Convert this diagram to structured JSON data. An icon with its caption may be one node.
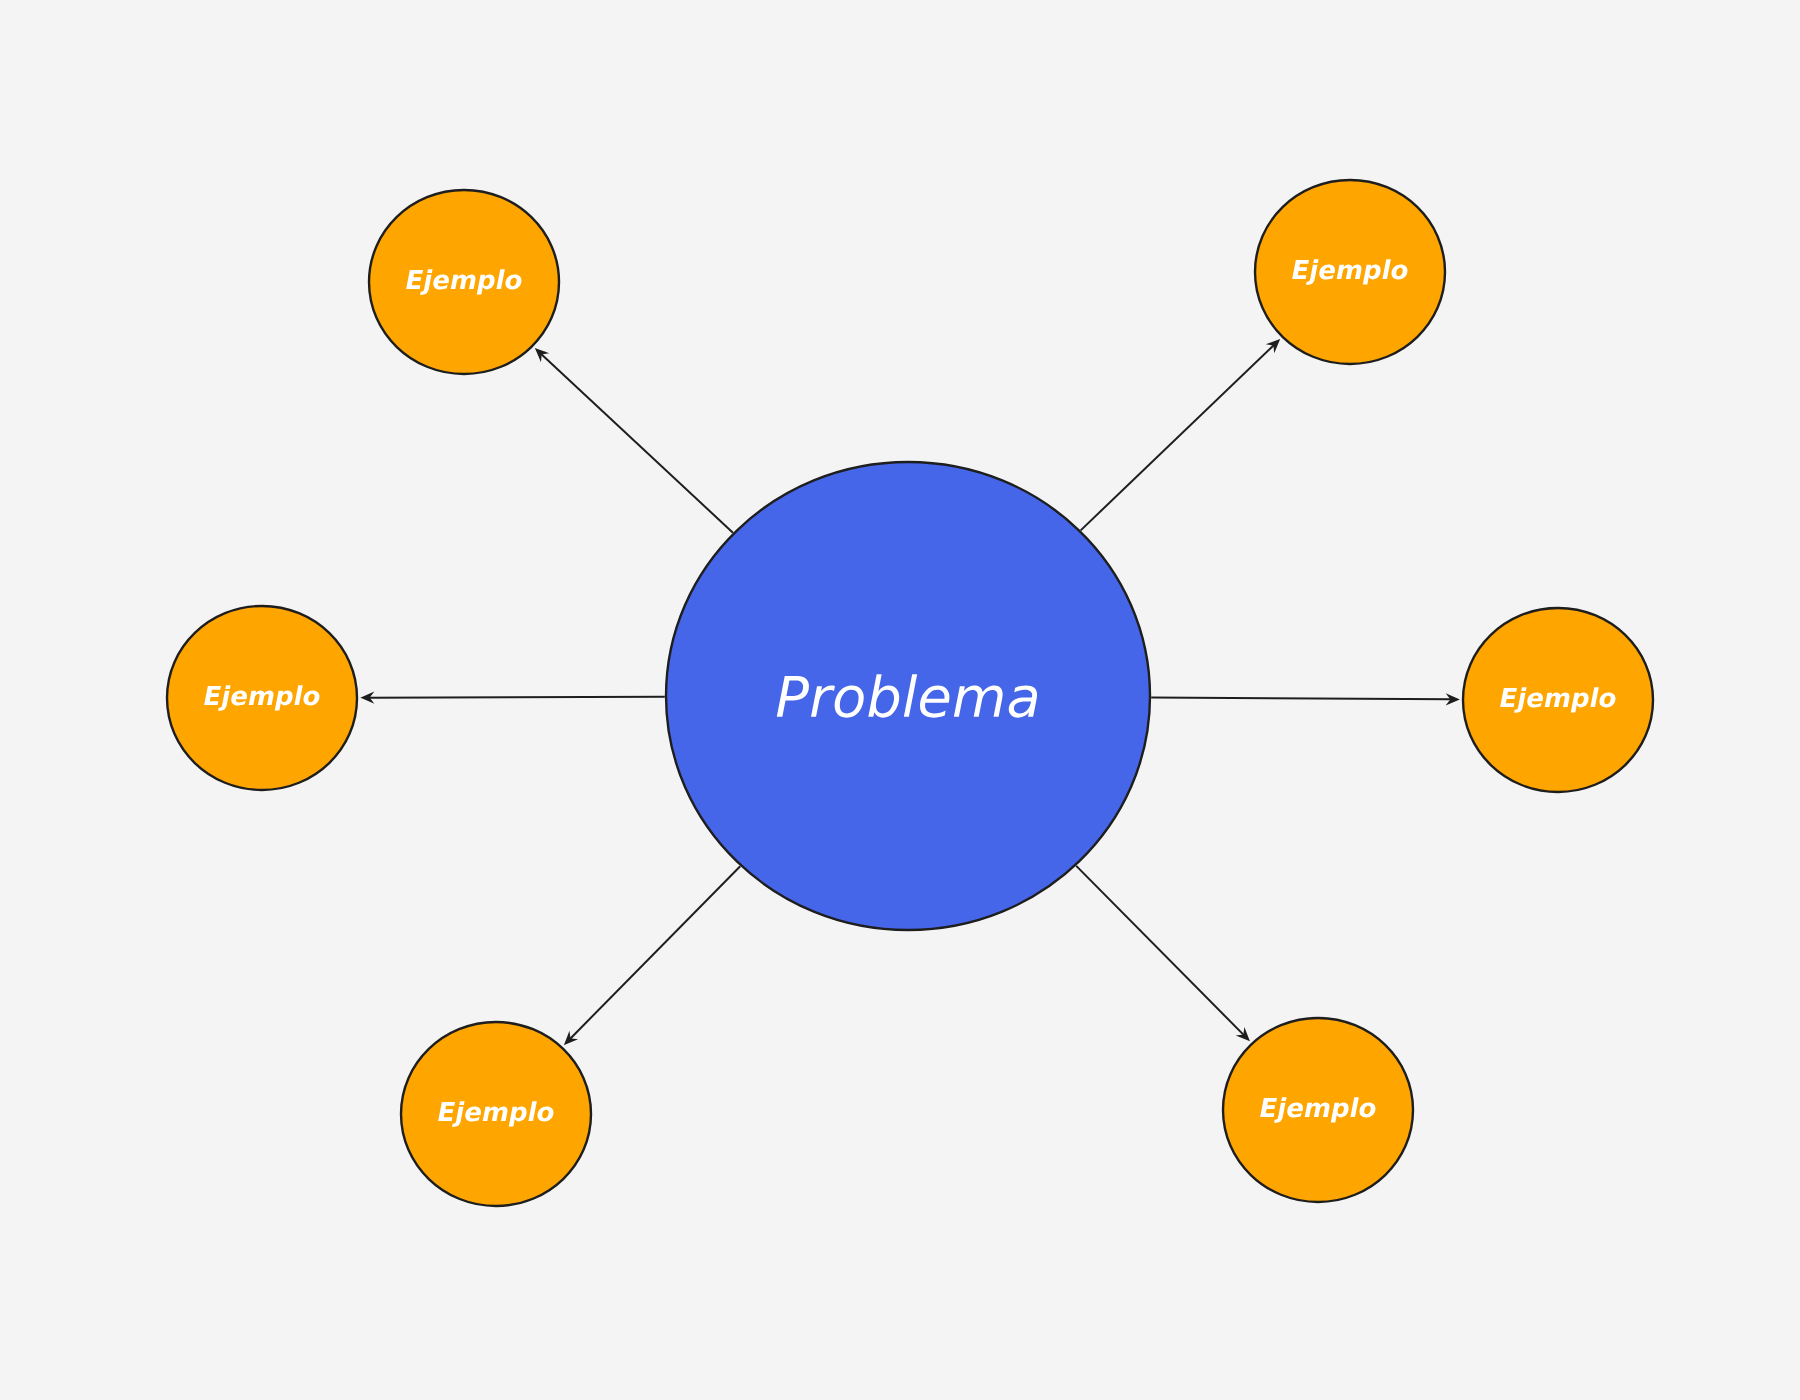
{
  "diagram": {
    "nodes": [
      {
        "text": [
          "Problema"
        ]
      },
      {
        "text": [
          "Ejemplo"
        ]
      },
      {
        "text": [
          "Ejemplo"
        ]
      },
      {
        "text": [
          "Ejemplo"
        ]
      },
      {
        "text": [
          "Ejemplo"
        ]
      },
      {
        "text": [
          "Ejemplo"
        ]
      },
      {
        "text": [
          "Ejemplo"
        ]
      }
    ],
    "edges": [
      {
        "from": 0,
        "to": 1,
        "arrow": "to"
      },
      {
        "from": 0,
        "to": 2,
        "arrow": "to"
      },
      {
        "from": 0,
        "to": 3,
        "arrow": "to"
      },
      {
        "from": 0,
        "to": 4,
        "arrow": "to"
      },
      {
        "from": 0,
        "to": 5,
        "arrow": "to"
      },
      {
        "from": 0,
        "to": 6,
        "arrow": "to"
      }
    ]
  }
}
